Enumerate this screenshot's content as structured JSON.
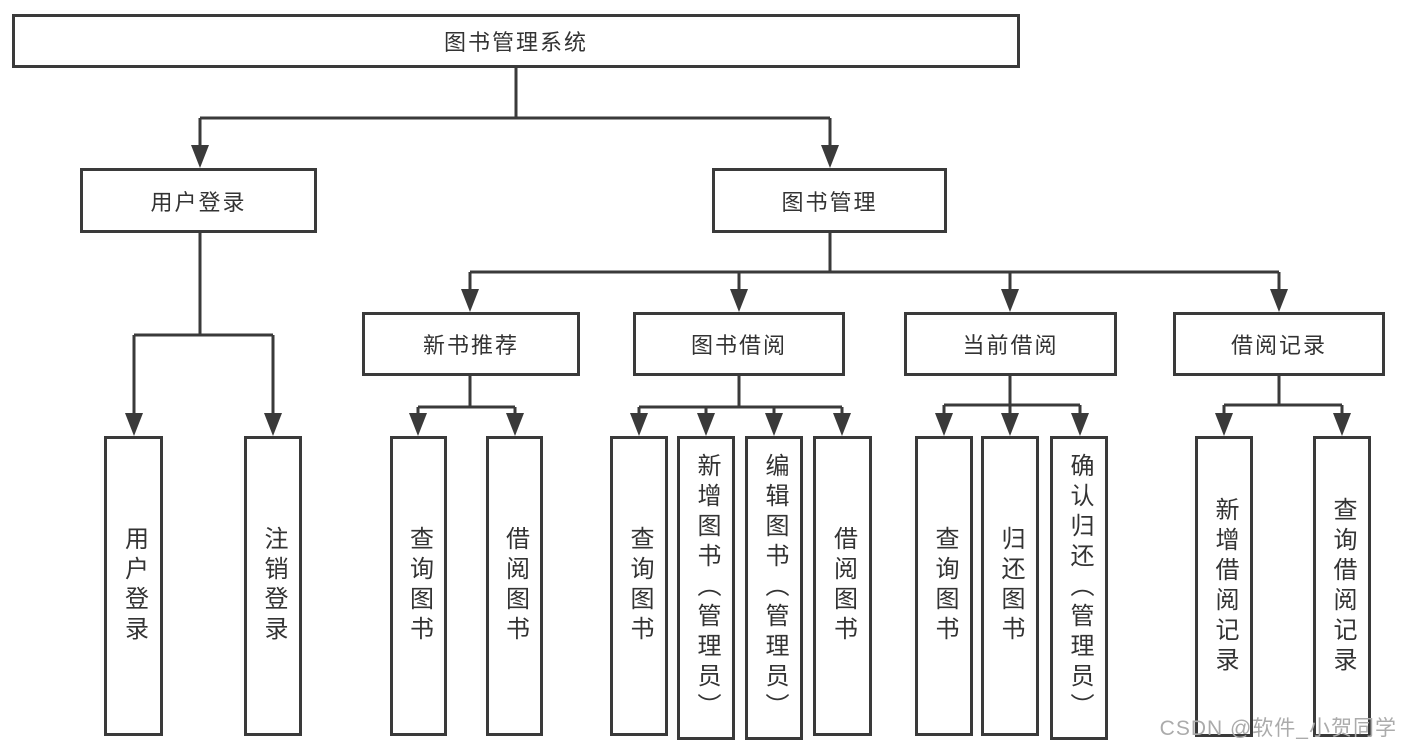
{
  "tree": {
    "label": "图书管理系统",
    "children": [
      {
        "label": "用户登录",
        "children": [
          {
            "label": "用户登录"
          },
          {
            "label": "注销登录"
          }
        ]
      },
      {
        "label": "图书管理",
        "children": [
          {
            "label": "新书推荐",
            "children": [
              {
                "label": "查询图书"
              },
              {
                "label": "借阅图书"
              }
            ]
          },
          {
            "label": "图书借阅",
            "children": [
              {
                "label": "查询图书"
              },
              {
                "label": "新增图书（管理员）"
              },
              {
                "label": "编辑图书（管理员）"
              },
              {
                "label": "借阅图书"
              }
            ]
          },
          {
            "label": "当前借阅",
            "children": [
              {
                "label": "查询图书"
              },
              {
                "label": "归还图书"
              },
              {
                "label": "确认归还（管理员）"
              }
            ]
          },
          {
            "label": "借阅记录",
            "children": [
              {
                "label": "新增借阅记录"
              },
              {
                "label": "查询借阅记录"
              }
            ]
          }
        ]
      }
    ]
  },
  "watermark": {
    "text": "CSDN @软件_小贺同学"
  },
  "colors": {
    "line": "#3a3a3a",
    "box_border": "#3a3a3a",
    "text": "#333333",
    "background": "#ffffff",
    "watermark": "#ababab"
  }
}
